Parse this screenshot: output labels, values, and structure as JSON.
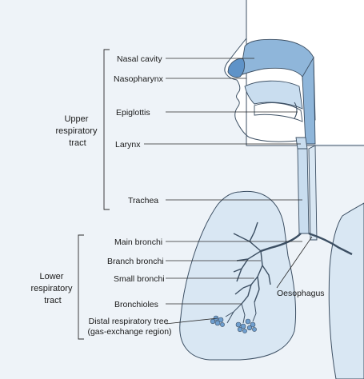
{
  "colors": {
    "panel": "#eef3f8",
    "airway_dark": "#8fb6da",
    "airway_light": "#c9ddef",
    "lung": "#d9e7f3",
    "nose_tip": "#5f93c8",
    "alveoli": "#6f9fcf"
  },
  "groups": {
    "upper": [
      "Upper",
      "respiratory",
      "tract"
    ],
    "lower": [
      "Lower",
      "respiratory",
      "tract"
    ]
  },
  "labels": {
    "nasal_cavity": "Nasal cavity",
    "nasopharynx": "Nasopharynx",
    "epiglottis": "Epiglottis",
    "larynx": "Larynx",
    "trachea": "Trachea",
    "main_bronchi": "Main bronchi",
    "branch_bronchi": "Branch bronchi",
    "small_bronchi": "Small bronchi",
    "bronchioles": "Bronchioles",
    "distal_tree": [
      "Distal respiratory tree",
      "(gas-exchange region)"
    ],
    "oesophagus": "Oesophagus"
  }
}
